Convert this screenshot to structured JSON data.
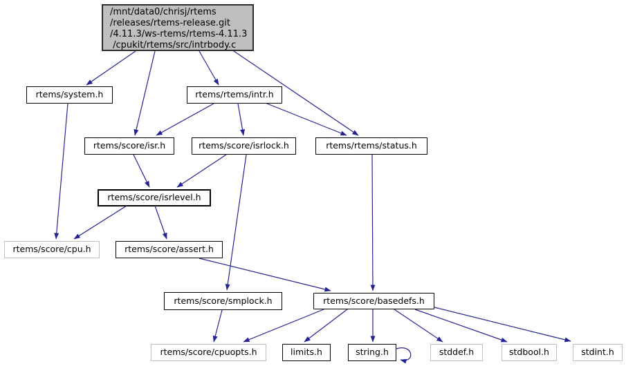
{
  "graph": {
    "type": "include-dependency-graph",
    "edge_color": "#232393",
    "root": {
      "id": "intrbody_c",
      "label": "/mnt/data0/chrisj/rtems\n/releases/rtems-release.git\n/4.11.3/ws-rtems/rtems-4.11.3\n /cpukit/rtems/src/intrbody.c",
      "fill": "#bfbfbf"
    },
    "nodes": [
      {
        "id": "rtems_system_h",
        "label": "rtems/system.h",
        "border": "black"
      },
      {
        "id": "rtems_rtems_intr_h",
        "label": "rtems/rtems/intr.h",
        "border": "black"
      },
      {
        "id": "rtems_score_isr_h",
        "label": "rtems/score/isr.h",
        "border": "black"
      },
      {
        "id": "rtems_score_isrlock_h",
        "label": "rtems/score/isrlock.h",
        "border": "black"
      },
      {
        "id": "rtems_rtems_status_h",
        "label": "rtems/rtems/status.h",
        "border": "black"
      },
      {
        "id": "rtems_score_isrlevel_h",
        "label": "rtems/score/isrlevel.h",
        "border": "black"
      },
      {
        "id": "rtems_score_cpu_h",
        "label": "rtems/score/cpu.h",
        "border": "gray"
      },
      {
        "id": "rtems_score_assert_h",
        "label": "rtems/score/assert.h",
        "border": "black"
      },
      {
        "id": "rtems_score_smplock_h",
        "label": "rtems/score/smplock.h",
        "border": "black"
      },
      {
        "id": "rtems_score_basedefs_h",
        "label": "rtems/score/basedefs.h",
        "border": "black"
      },
      {
        "id": "rtems_score_cpuopts_h",
        "label": "rtems/score/cpuopts.h",
        "border": "gray"
      },
      {
        "id": "limits_h",
        "label": "limits.h",
        "border": "black"
      },
      {
        "id": "string_h",
        "label": "string.h",
        "border": "black"
      },
      {
        "id": "stddef_h",
        "label": "stddef.h",
        "border": "gray"
      },
      {
        "id": "stdbool_h",
        "label": "stdbool.h",
        "border": "gray"
      },
      {
        "id": "stdint_h",
        "label": "stdint.h",
        "border": "gray"
      }
    ],
    "edges": [
      {
        "from": "intrbody_c",
        "to": "rtems_system_h"
      },
      {
        "from": "intrbody_c",
        "to": "rtems_score_isr_h"
      },
      {
        "from": "intrbody_c",
        "to": "rtems_rtems_intr_h"
      },
      {
        "from": "intrbody_c",
        "to": "rtems_rtems_status_h"
      },
      {
        "from": "rtems_rtems_intr_h",
        "to": "rtems_score_isr_h"
      },
      {
        "from": "rtems_rtems_intr_h",
        "to": "rtems_score_isrlock_h"
      },
      {
        "from": "rtems_rtems_intr_h",
        "to": "rtems_rtems_status_h"
      },
      {
        "from": "rtems_score_isr_h",
        "to": "rtems_score_isrlevel_h"
      },
      {
        "from": "rtems_score_isrlock_h",
        "to": "rtems_score_isrlevel_h"
      },
      {
        "from": "rtems_score_isrlock_h",
        "to": "rtems_score_smplock_h"
      },
      {
        "from": "rtems_system_h",
        "to": "rtems_score_cpu_h"
      },
      {
        "from": "rtems_score_isrlevel_h",
        "to": "rtems_score_cpu_h"
      },
      {
        "from": "rtems_score_isrlevel_h",
        "to": "rtems_score_assert_h"
      },
      {
        "from": "rtems_score_assert_h",
        "to": "rtems_score_basedefs_h"
      },
      {
        "from": "rtems_rtems_status_h",
        "to": "rtems_score_basedefs_h"
      },
      {
        "from": "rtems_score_smplock_h",
        "to": "rtems_score_cpuopts_h"
      },
      {
        "from": "rtems_score_basedefs_h",
        "to": "rtems_score_cpuopts_h"
      },
      {
        "from": "rtems_score_basedefs_h",
        "to": "limits_h"
      },
      {
        "from": "rtems_score_basedefs_h",
        "to": "string_h"
      },
      {
        "from": "rtems_score_basedefs_h",
        "to": "stddef_h"
      },
      {
        "from": "rtems_score_basedefs_h",
        "to": "stdbool_h"
      },
      {
        "from": "rtems_score_basedefs_h",
        "to": "stdint_h"
      },
      {
        "from": "string_h",
        "to": "string_h"
      }
    ]
  }
}
